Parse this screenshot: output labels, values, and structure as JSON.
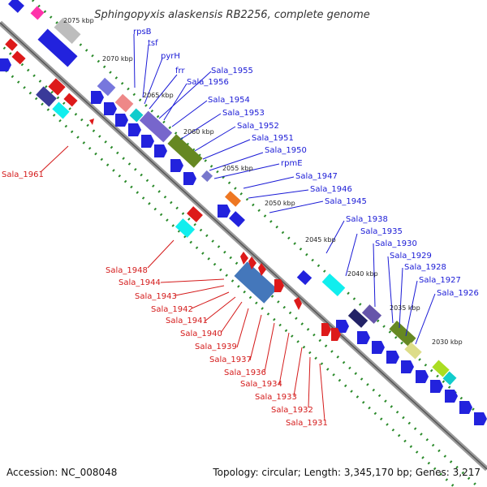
{
  "title": "Sphingopyxis alaskensis RB2256, complete genome",
  "footer": {
    "accession": "Accession: NC_008048",
    "topology": "Topology: circular; Length: 3,345,170 bp; Genes: 3,217"
  },
  "ticks": [
    "2075 kbp",
    "2070 kbp",
    "2065 kbp",
    "2060 kbp",
    "2055 kbp",
    "2050 kbp",
    "2045 kbp",
    "2040 kbp",
    "2035 kbp",
    "2030 kbp"
  ],
  "blue_labels": [
    "rpsB",
    "tsf",
    "pyrH",
    "frr",
    "Sala_1955",
    "Sala_1956",
    "Sala_1954",
    "Sala_1953",
    "Sala_1952",
    "Sala_1951",
    "Sala_1950",
    "rpmE",
    "Sala_1947",
    "Sala_1946",
    "Sala_1945",
    "Sala_1938",
    "Sala_1935",
    "Sala_1930",
    "Sala_1929",
    "Sala_1928",
    "Sala_1927",
    "Sala_1926"
  ],
  "red_labels": [
    "Sala_1961",
    "Sala_1948",
    "Sala_1944",
    "Sala_1943",
    "Sala_1942",
    "Sala_1941",
    "Sala_1940",
    "Sala_1939",
    "Sala_1937",
    "Sala_1936",
    "Sala_1934",
    "Sala_1933",
    "Sala_1932",
    "Sala_1931"
  ],
  "colors": {
    "forward": "#1a1ad6",
    "reverse": "#d41a1a",
    "backbone": "#888888",
    "gc": "#2a8a2a"
  }
}
